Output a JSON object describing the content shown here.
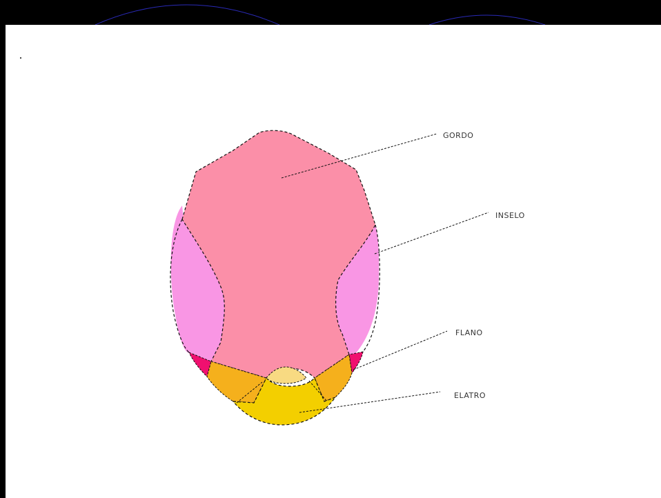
{
  "diagram": {
    "labels": [
      {
        "id": "top",
        "text": "GORDO"
      },
      {
        "id": "side",
        "text": "INSELO"
      },
      {
        "id": "lower",
        "text": "FLANO"
      },
      {
        "id": "bottom",
        "text": "ELATRO"
      }
    ],
    "colors": {
      "top_region": "#fb8fa8",
      "side_region": "#f996e4",
      "corner_region": "#f0106f",
      "lower_region": "#f5b01c",
      "bottom_region": "#f3cf00",
      "cap_region": "#f8da82",
      "outline": "#111111",
      "canvas": "#ffffff",
      "frame": "#000000",
      "arc_stroke": "#2a2ab8"
    }
  }
}
